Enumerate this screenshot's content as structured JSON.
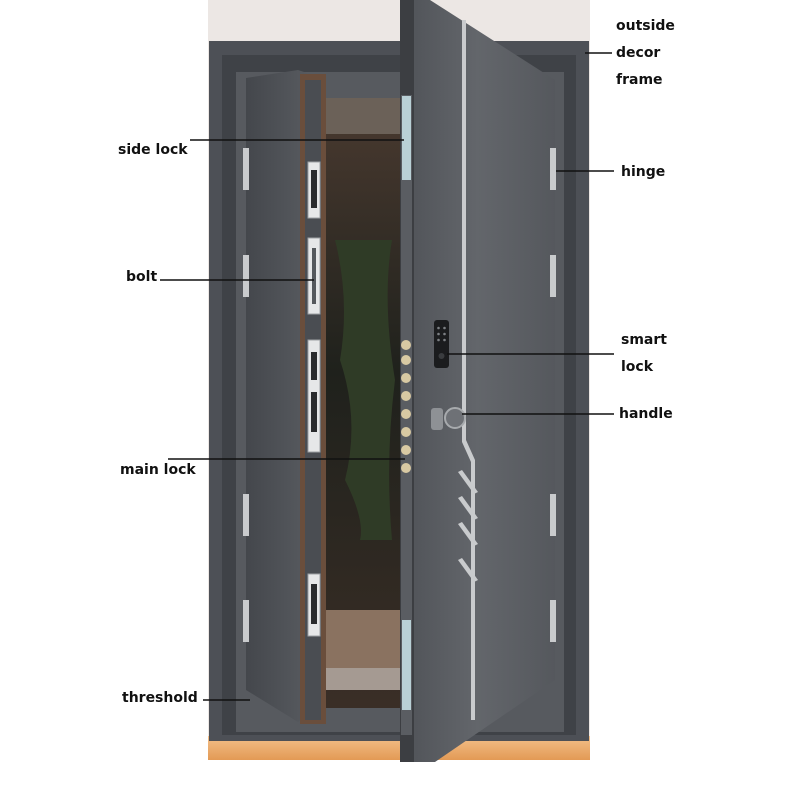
{
  "labels": {
    "outside_decor_frame": [
      "outside",
      "decor",
      "frame"
    ],
    "side_lock": "side lock",
    "hinge": "hinge",
    "bolt": "bolt",
    "smart_lock": [
      "smart",
      "lock"
    ],
    "handle": "handle",
    "main_lock": "main lock",
    "threshold": "threshold"
  },
  "colors": {
    "wall": "#ece7e4",
    "frame": "#4d5056",
    "door_leaf": "#5c5f64",
    "door_shadow": "#3c3e42",
    "interior": "#2e2621",
    "floor_glow": "#e8a35f",
    "metal": "#c9cbcd",
    "leader_line": "#111111"
  }
}
